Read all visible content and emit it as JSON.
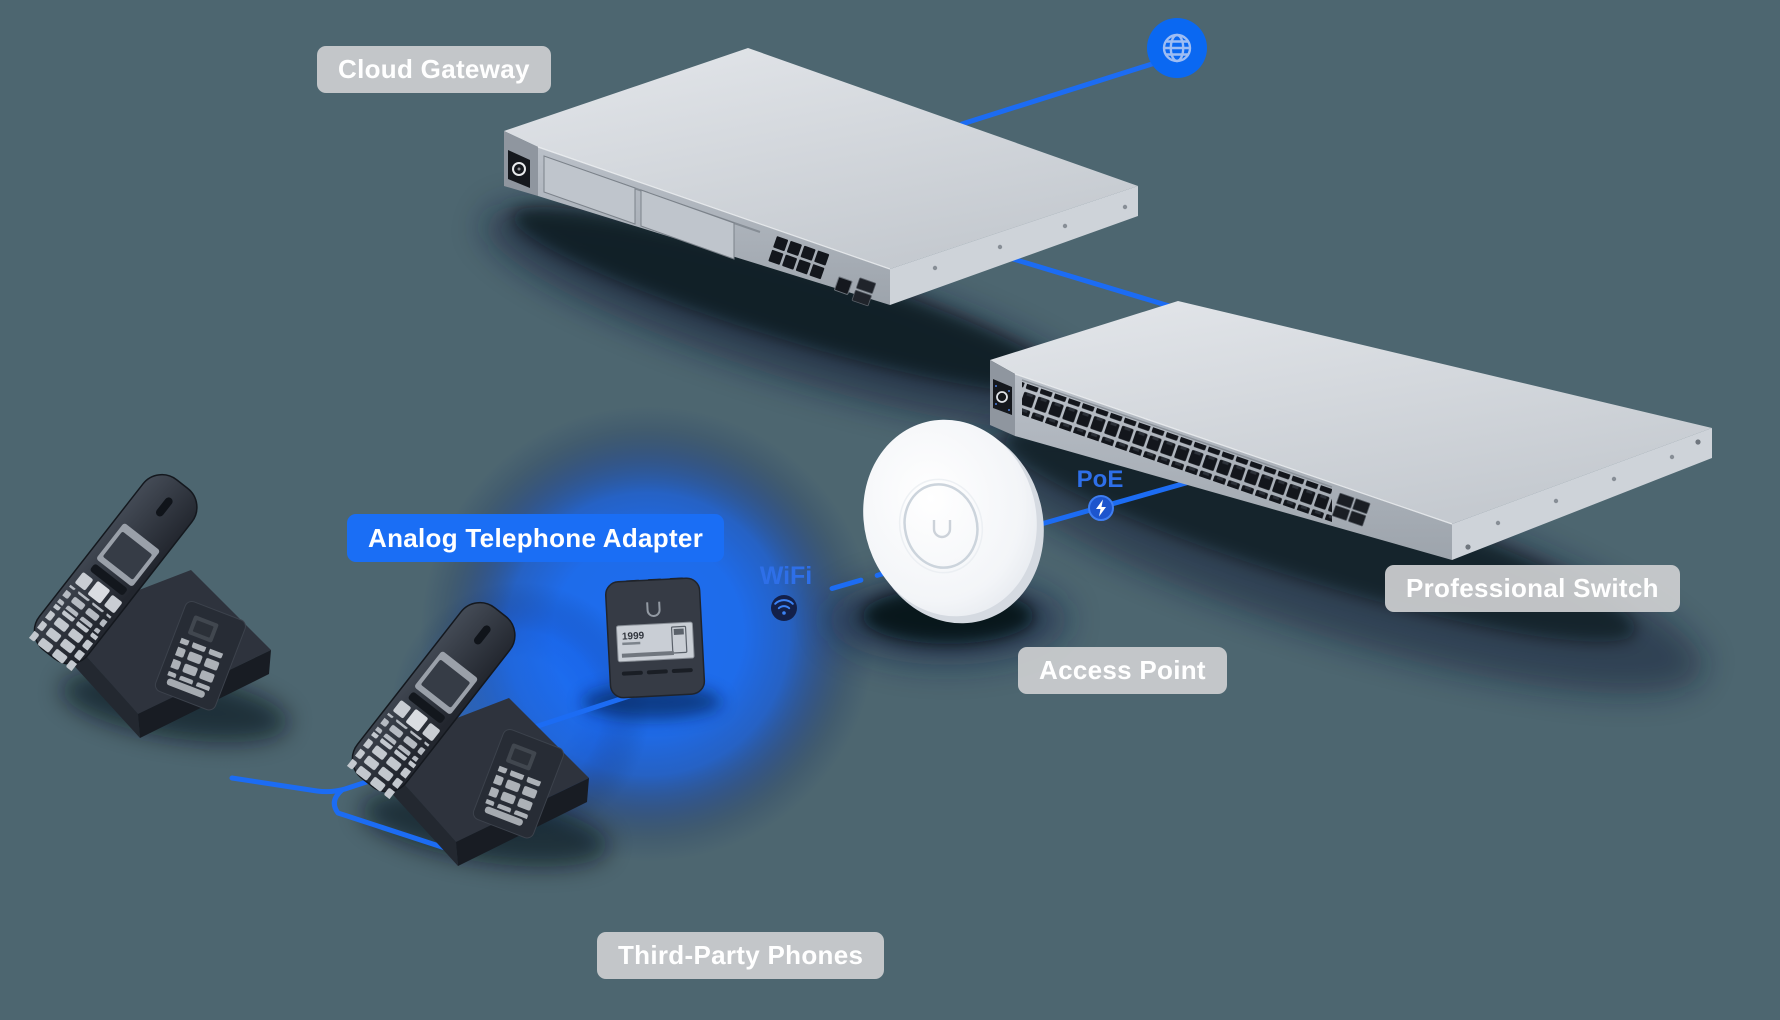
{
  "scene": {
    "background_color": "#4d6670",
    "accent_blue": "#1c6cf3",
    "label_gray": "#c9cbce",
    "label_text_color": "#ffffff",
    "ata_label_blue": "#1a6ef5"
  },
  "labels": {
    "cloud_gateway": "Cloud Gateway",
    "analog_telephone_adapter": "Analog Telephone Adapter",
    "access_point": "Access Point",
    "professional_switch": "Professional Switch",
    "third_party_phones": "Third-Party Phones"
  },
  "connection_tags": {
    "poe": "PoE",
    "wifi": "WiFi"
  },
  "icons": {
    "globe": "internet-globe",
    "poe_bolt": "lightning-bolt",
    "wifi_waves": "wifi-signal"
  },
  "devices": {
    "ata_screen_text": "1999"
  }
}
